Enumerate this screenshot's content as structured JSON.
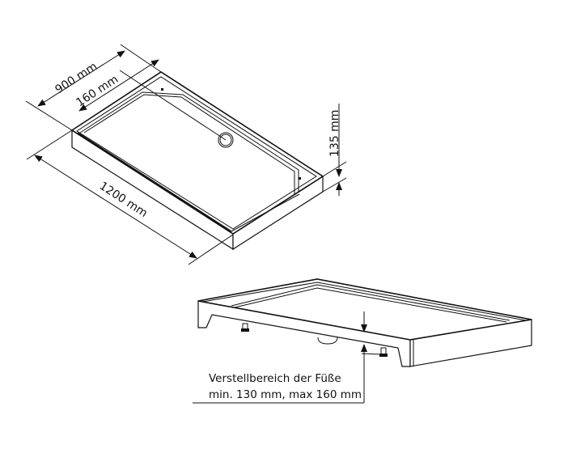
{
  "title": "Shower tray frame dimensions",
  "dimensions": {
    "width": "900 mm",
    "drain_offset": "160 mm",
    "length": "1200 mm",
    "height": "135 mm"
  },
  "note": {
    "line1": "Verstellbereich der Füße",
    "line2": "min. 130 mm, max 160 mm"
  }
}
